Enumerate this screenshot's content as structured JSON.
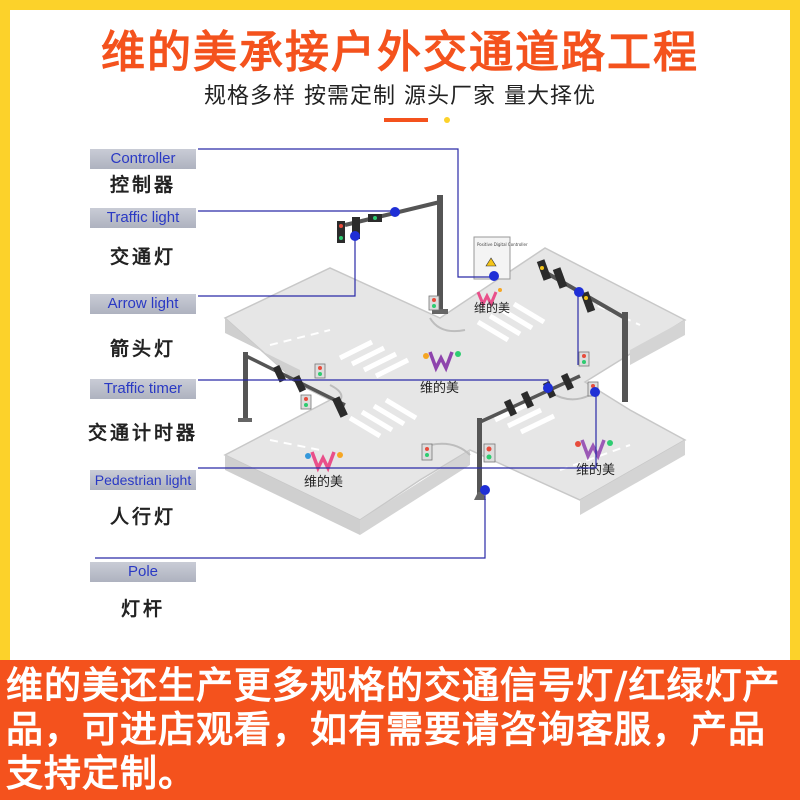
{
  "header": {
    "title": "维的美承接户外交通道路工程",
    "subtitle": "规格多样 按需定制 源头厂家 量大择优"
  },
  "labels": [
    {
      "en": "Controller",
      "zh": "控制器"
    },
    {
      "en": "Traffic light",
      "zh": "交通灯"
    },
    {
      "en": "Arrow light",
      "zh": "箭头灯"
    },
    {
      "en": "Traffic timer",
      "zh": "交通计时器"
    },
    {
      "en": "Pedestrian light",
      "zh": "人行灯"
    },
    {
      "en": "Pole",
      "zh": "灯杆"
    }
  ],
  "scene": {
    "brand_text": "维的美",
    "controller_box_text": "Positive Digital Controller"
  },
  "footer": {
    "text": "维的美还生产更多规格的交通信号灯/红绿灯产品，可进店观看，如有需要请咨询客服，产品支持定制。"
  },
  "colors": {
    "accent": "#f4521d",
    "frame": "#fcd22a",
    "leader_line": "#2a2aa8",
    "label_text": "#2a39c4"
  }
}
